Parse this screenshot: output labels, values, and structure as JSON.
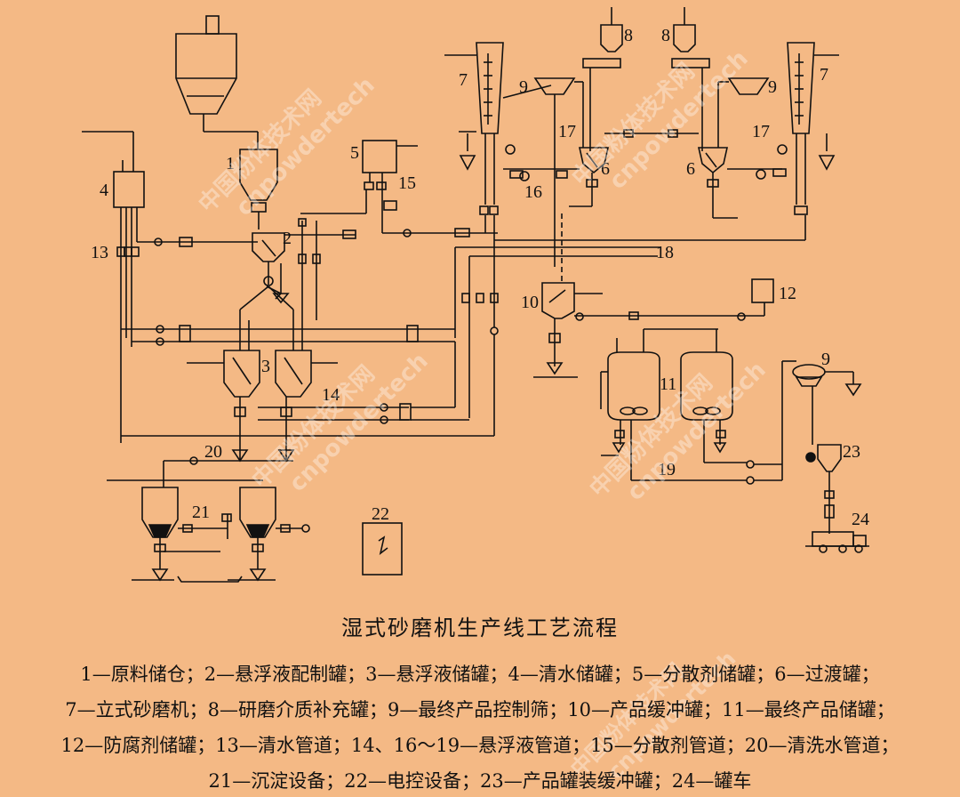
{
  "title": "湿式砂磨机生产线工艺流程",
  "labels": {
    "n1": "1",
    "n2": "2",
    "n3": "3",
    "n4": "4",
    "n5": "5",
    "n6": "6",
    "n7": "7",
    "n8": "8",
    "n9": "9",
    "n10": "10",
    "n11": "11",
    "n12": "12",
    "n13": "13",
    "n14": "14",
    "n15": "15",
    "n16": "16",
    "n17": "17",
    "n18": "18",
    "n19": "19",
    "n20": "20",
    "n21": "21",
    "n22": "22",
    "n23": "23",
    "n24": "24"
  },
  "legend": [
    "1—原料储仓；2—悬浮液配制罐；3—悬浮液储罐；4—清水储罐；5—分散剂储罐；6—过渡罐；",
    "7—立式砂磨机；8—研磨介质补充罐；9—最终产品控制筛；10—产品缓冲罐；11—最终产品储罐；",
    "12—防腐剂储罐；13—清水管道；14、16～19—悬浮液管道；15—分散剂管道；20—清洗水管道；",
    "21—沉淀设备；22—电控设备；23—产品罐装缓冲罐；24—罐车"
  ],
  "watermark": {
    "cn": "中国粉体技术网",
    "en": "cnpowdertech"
  }
}
